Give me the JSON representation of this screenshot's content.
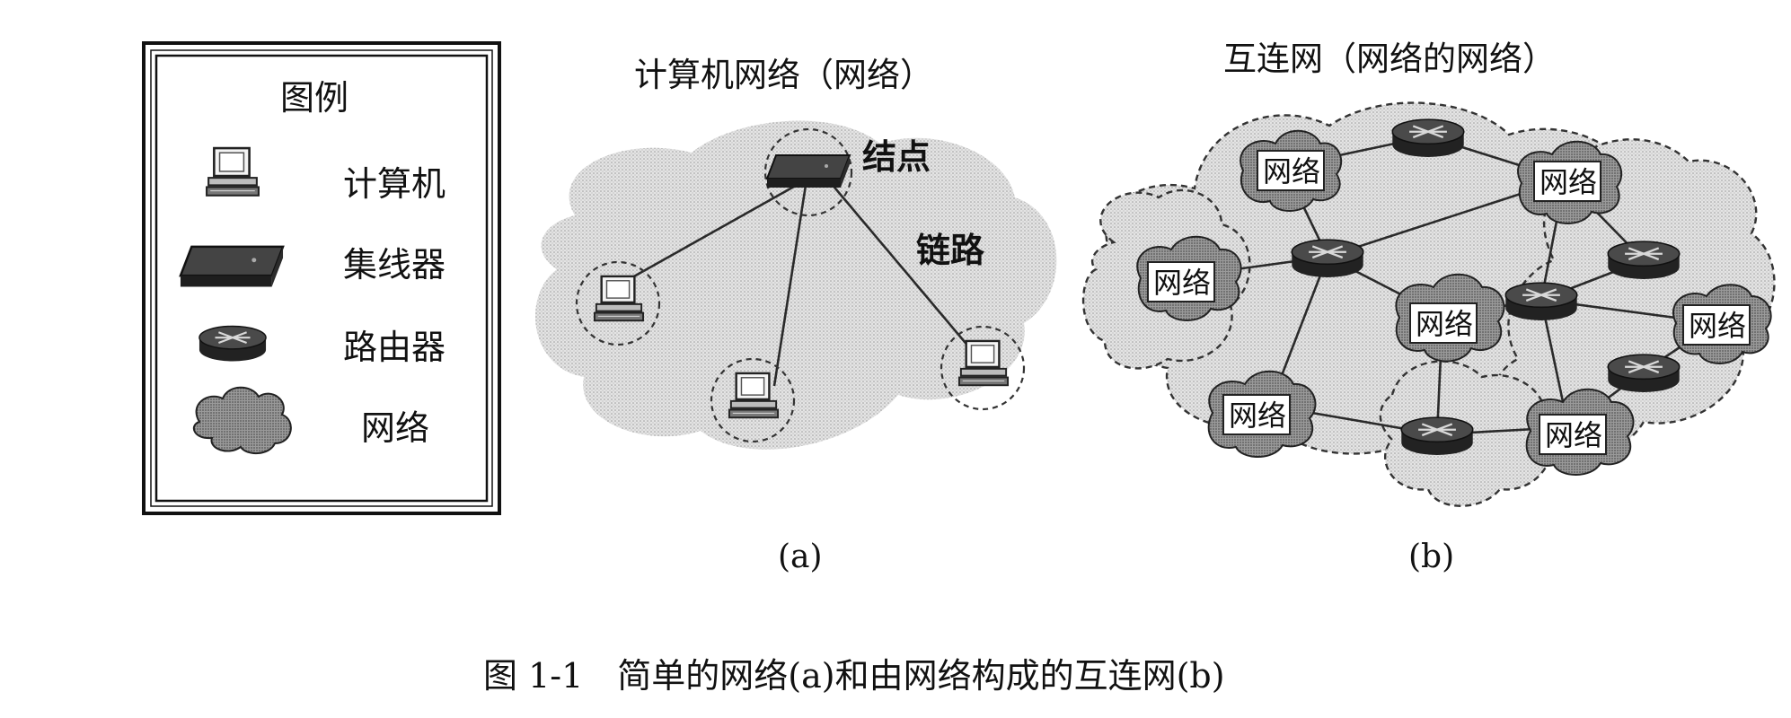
{
  "legend": {
    "title": "图例",
    "items": [
      {
        "icon": "computer-icon",
        "label": "计算机"
      },
      {
        "icon": "hub-icon",
        "label": "集线器"
      },
      {
        "icon": "router-icon",
        "label": "路由器"
      },
      {
        "icon": "network-cloud-icon",
        "label": "网络"
      }
    ]
  },
  "panel_a": {
    "title": "计算机网络（网络）",
    "node_label": "结点",
    "link_label": "链路",
    "caption": "(a)"
  },
  "panel_b": {
    "title": "互连网（网络的网络）",
    "network_label": "网络",
    "caption": "(b)"
  },
  "figure_caption": "图 1-1　简单的网络(a)和由网络构成的互连网(b)",
  "colors": {
    "cloud_light": "#dcdcdc",
    "cloud_dark": "#8c8c8c",
    "device_dark": "#2b2b2b",
    "line": "#2a2a2a"
  }
}
